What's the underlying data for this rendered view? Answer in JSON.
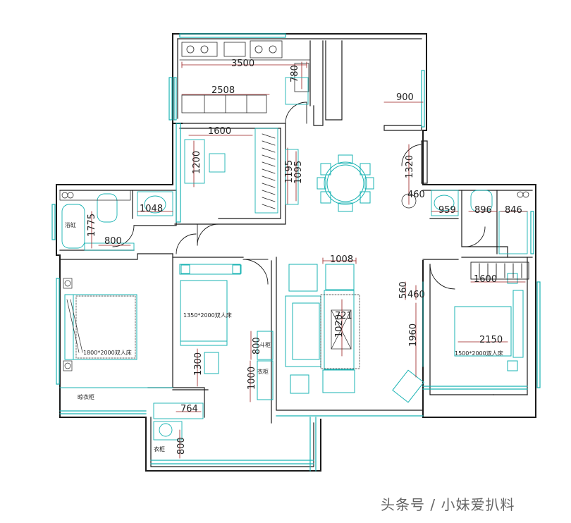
{
  "colors": {
    "wall": "#1a1a1a",
    "cyan": "#19b3b3",
    "dim": "#9a1c1c",
    "furniture": "#2a2a2a",
    "text": "#222222"
  },
  "dimensions": {
    "kitchen_top": "3500",
    "kitchen_side": "780",
    "counter": "2508",
    "width_900": "900",
    "study_top": "1600",
    "study_side": "1200",
    "wardrobe_a": "1195",
    "wardrobe_b": "1095",
    "hall_side": "1320",
    "hall_small": "460",
    "bath_left": "1775",
    "bath_basin": "1048",
    "bath_left_bottom": "800",
    "bath_right_a": "959",
    "bath_right_b": "896",
    "bath_right_c": "846",
    "sofa_table": "1008",
    "coffee_table": "1020",
    "coffee_small": "721",
    "right_560": "560",
    "right_460": "460",
    "right_1960": "1960",
    "right_1600": "1600",
    "right_2150": "2150",
    "cab_800": "800",
    "cab_1000": "1000",
    "desk_1300": "1300",
    "balcony_764": "764",
    "balcony_800": "800"
  },
  "labels": {
    "bathtub": "浴缸",
    "cabinet_small": "斗柜",
    "wardrobe": "衣柜",
    "bed_left": "1800*2000双人床",
    "bed_middle": "1350*2000双人床",
    "bed_right": "1500*2000双人床",
    "side_note": "晾衣柜",
    "side_note2": "衣柜"
  },
  "watermark": "头条号 / 小妹爱扒料"
}
